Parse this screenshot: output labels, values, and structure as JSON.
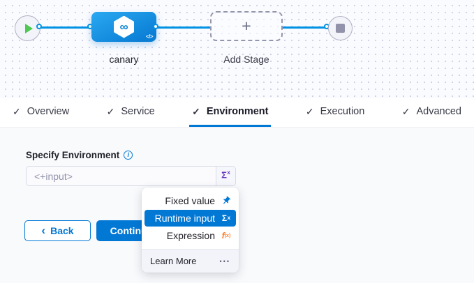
{
  "canvas": {
    "stage_label": "canary",
    "add_stage_label": "Add Stage",
    "plus_glyph": "+",
    "stage_icon_glyph": "∞",
    "code_glyph": "</>"
  },
  "tabs": {
    "check_glyph": "✓",
    "active": "Environment",
    "items": [
      {
        "label": "Overview"
      },
      {
        "label": "Service"
      },
      {
        "label": "Environment"
      },
      {
        "label": "Execution"
      },
      {
        "label": "Advanced"
      }
    ]
  },
  "form": {
    "label": "Specify Environment",
    "info_glyph": "i",
    "input_placeholder": "<+input>",
    "sigma_glyph": "Σ",
    "sigma_sup": "x"
  },
  "menu": {
    "items": [
      {
        "label": "Fixed value"
      },
      {
        "label": "Runtime input"
      },
      {
        "label": "Expression"
      }
    ],
    "selected": "Runtime input",
    "sigma_glyph": "Σ",
    "sigma_sup": "x",
    "fx_main": "f",
    "fx_sub": "(x)",
    "footer_label": "Learn More",
    "ellipsis_glyph": "•••"
  },
  "actions": {
    "back_chevron": "‹",
    "back_label": "Back",
    "continue_label": "Continue"
  },
  "colors": {
    "primary_blue": "#0278d5",
    "edge_blue": "#0092e4",
    "expression_orange": "#ff7b26",
    "runtime_purple": "#6938c0",
    "play_green": "#4dc952",
    "stop_gray": "#9293ab"
  }
}
